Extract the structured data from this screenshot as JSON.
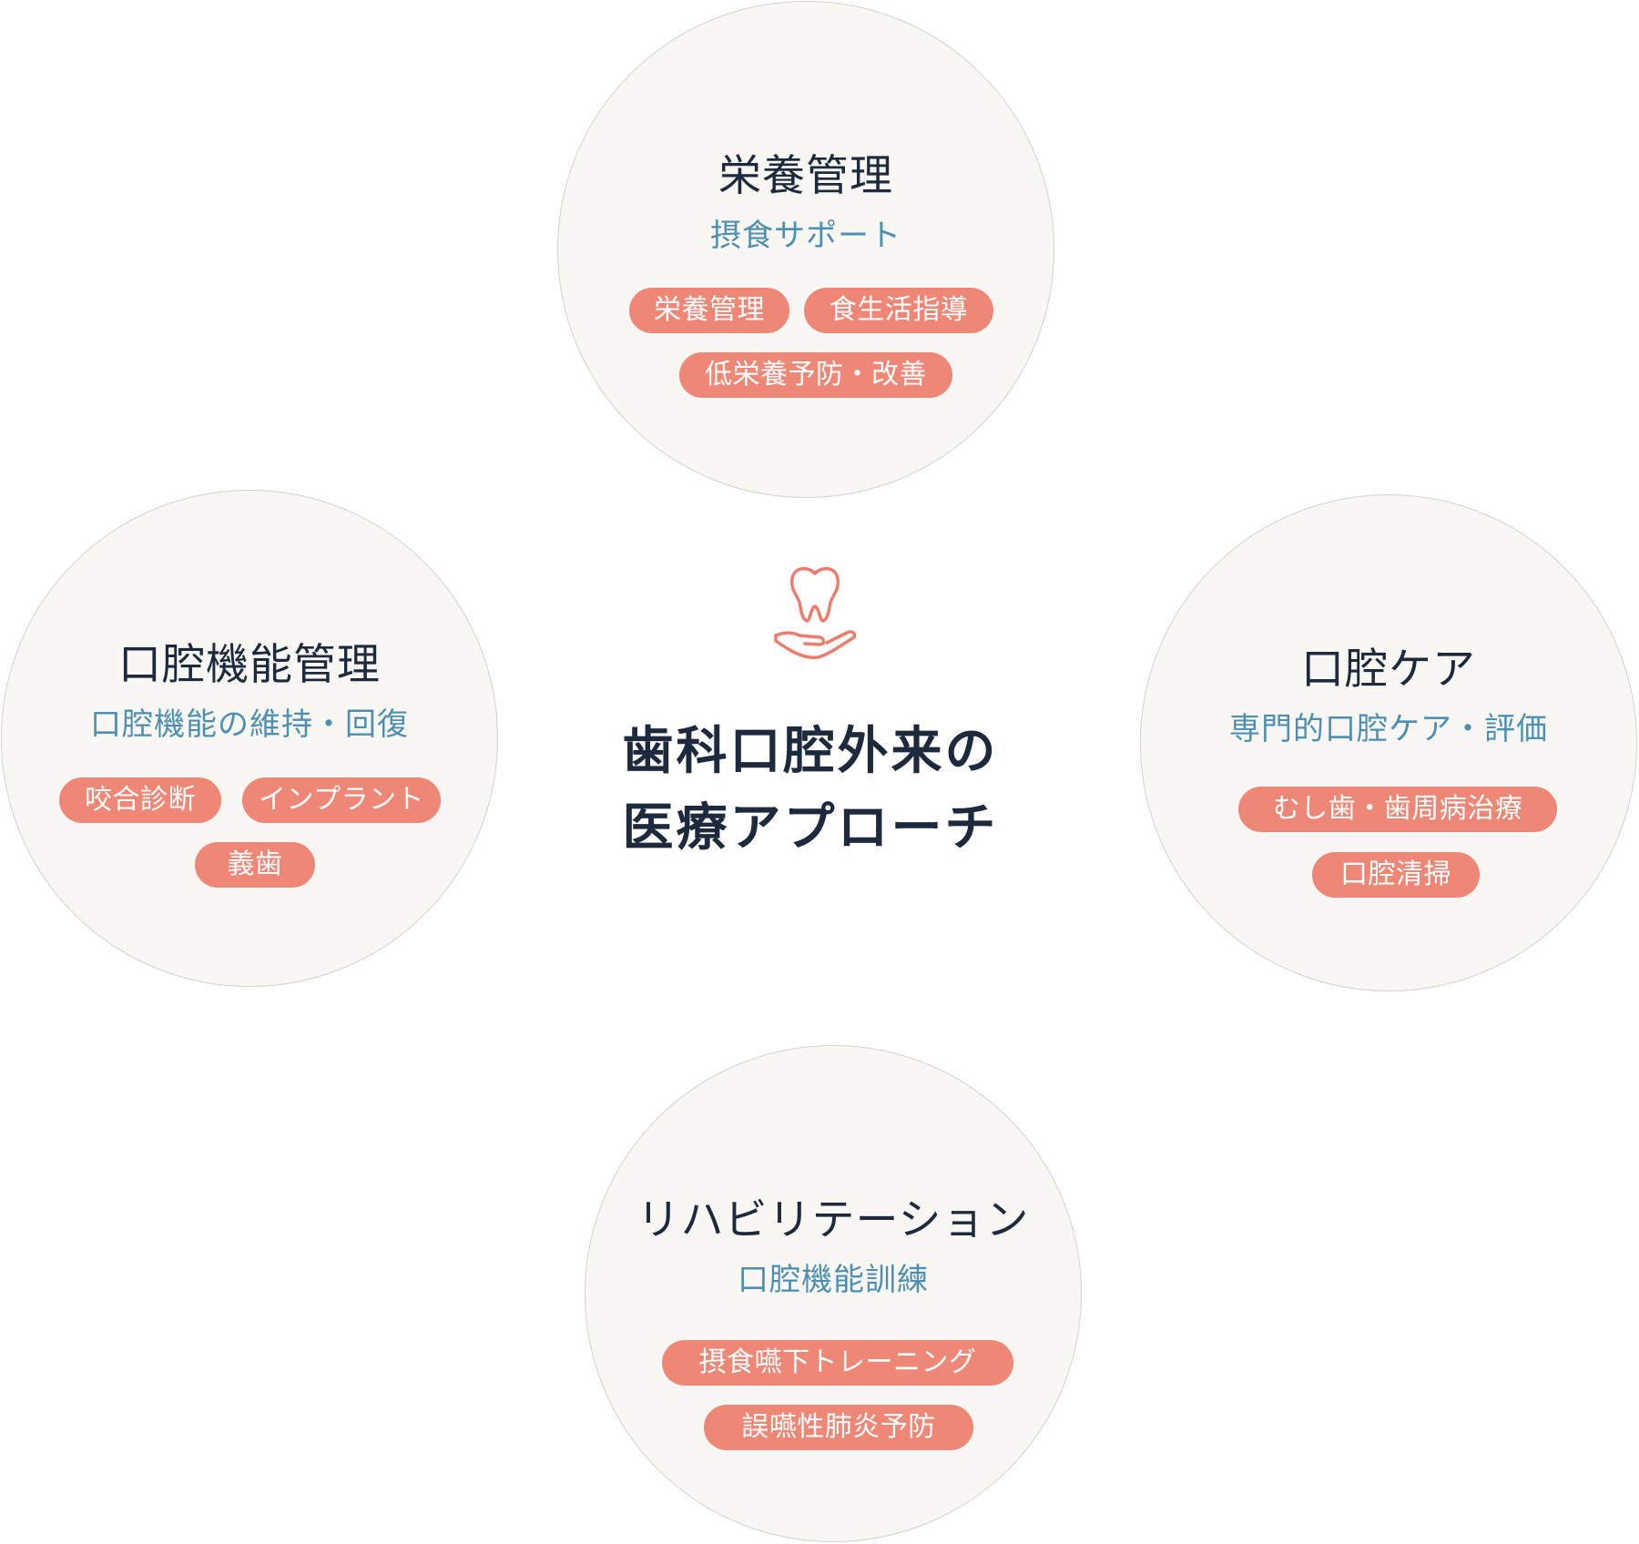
{
  "center": {
    "title_line1": "歯科口腔外来の",
    "title_line2": "医療アプローチ",
    "icon": "tooth-in-hand-icon"
  },
  "nodes": {
    "nutrition": {
      "title": "栄養管理",
      "subtitle": "摂食サポート",
      "tags": [
        "栄養管理",
        "食生活指導",
        "低栄養予防・改善"
      ]
    },
    "oral_function": {
      "title": "口腔機能管理",
      "subtitle": "口腔機能の維持・回復",
      "tags": [
        "咬合診断",
        "インプラント",
        "義歯"
      ]
    },
    "oral_care": {
      "title": "口腔ケア",
      "subtitle": "専門的口腔ケア・評価",
      "tags": [
        "むし歯・歯周病治療",
        "口腔清掃"
      ]
    },
    "rehabilitation": {
      "title": "リハビリテーション",
      "subtitle": "口腔機能訓練",
      "tags": [
        "摂食嚥下トレーニング",
        "誤嚥性肺炎予防"
      ]
    }
  },
  "colors": {
    "circle_fill": "#f8f7f4",
    "circle_border": "#d3d2ce",
    "title": "#1d2a3d",
    "subtitle": "#4d8fb3",
    "tag": "#ef8776",
    "icon": "#ec7d6d"
  }
}
